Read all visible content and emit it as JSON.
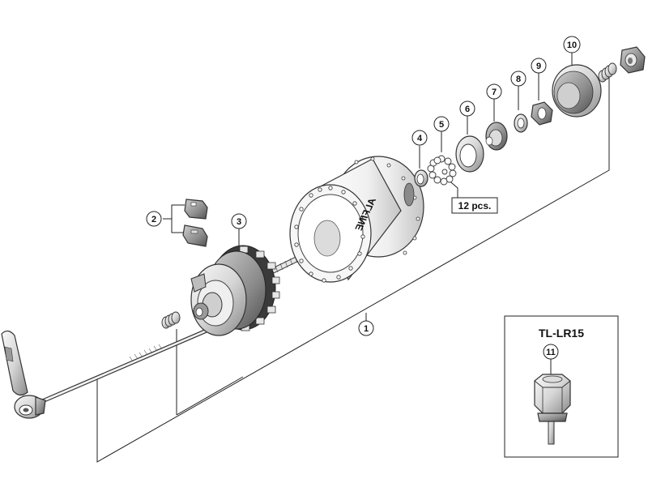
{
  "diagram": {
    "callouts": [
      {
        "id": "1",
        "label": "1"
      },
      {
        "id": "2",
        "label": "2"
      },
      {
        "id": "3",
        "label": "3"
      },
      {
        "id": "4",
        "label": "4"
      },
      {
        "id": "5",
        "label": "5"
      },
      {
        "id": "6",
        "label": "6"
      },
      {
        "id": "7",
        "label": "7"
      },
      {
        "id": "8",
        "label": "8"
      },
      {
        "id": "9",
        "label": "9"
      },
      {
        "id": "10",
        "label": "10"
      },
      {
        "id": "11",
        "label": "11"
      }
    ],
    "quantity_note": "12 pcs.",
    "tool_box_title": "TL-LR15",
    "hub_brand_text": "ALFINE"
  }
}
